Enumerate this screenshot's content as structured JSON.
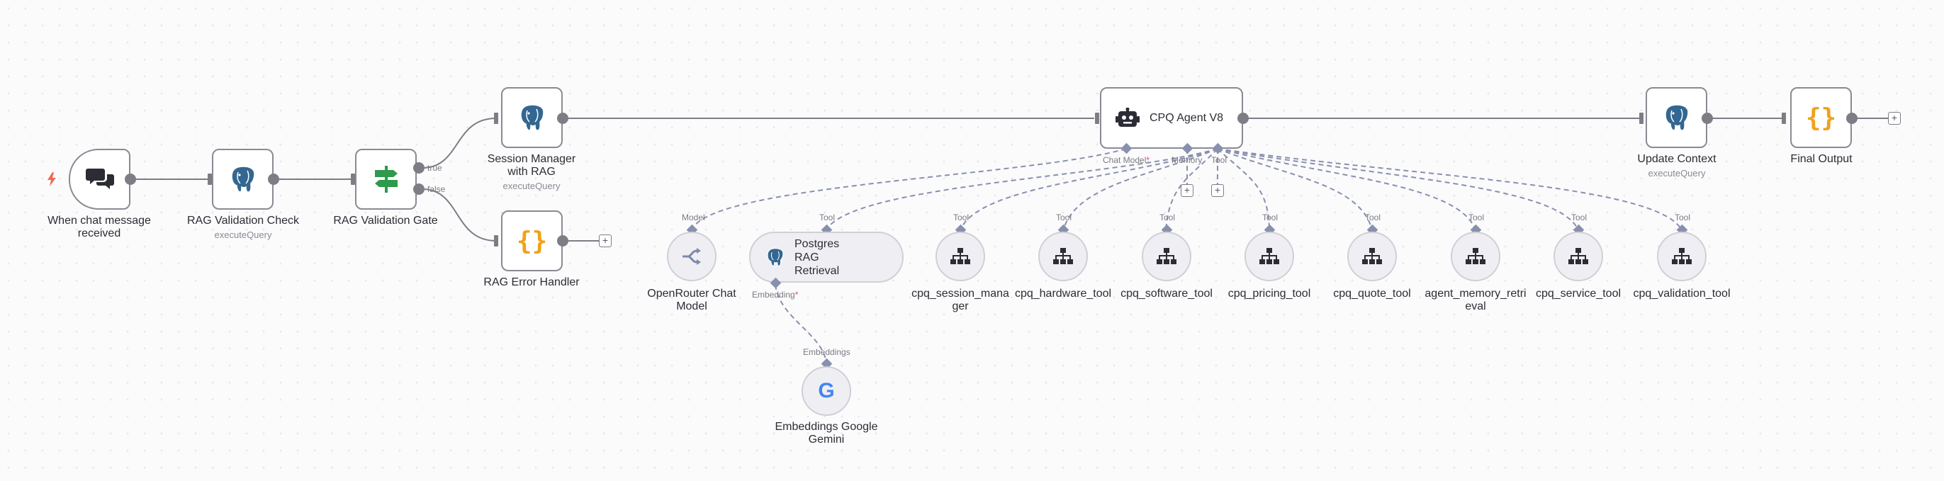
{
  "colors": {
    "canvas": "#fbfbfc",
    "node_border": "#8a8a93",
    "connector": "#7d7d86",
    "diamond": "#8890ad",
    "postgres": "#336791",
    "code": "#f0a21a",
    "gate": "#2e9a4b",
    "trigger_bolt": "#ef6a4f"
  },
  "nodes": {
    "trigger": {
      "title": "When chat message received",
      "icon": "chat-bubbles-icon"
    },
    "rag_check": {
      "title": "RAG Validation Check",
      "subtitle": "executeQuery",
      "icon": "postgres-icon"
    },
    "gate": {
      "title": "RAG Validation Gate",
      "icon": "signpost-icon",
      "out_true": "true",
      "out_false": "false"
    },
    "session": {
      "title": "Session Manager with RAG",
      "subtitle": "executeQuery",
      "icon": "postgres-icon"
    },
    "error": {
      "title": "RAG Error Handler",
      "icon": "code-braces-icon",
      "glyph": "{}"
    },
    "agent": {
      "title": "CPQ Agent V8",
      "icon": "robot-icon",
      "port_chat": "Chat Model",
      "port_memory": "Memory",
      "port_tool": "Tool"
    },
    "update": {
      "title": "Update Context",
      "subtitle": "executeQuery",
      "icon": "postgres-icon"
    },
    "final": {
      "title": "Final Output",
      "icon": "code-braces-icon",
      "glyph": "{}"
    },
    "openrouter": {
      "title": "OpenRouter Chat Model",
      "port": "Model"
    },
    "pg_rag": {
      "title": "Postgres RAG Retrieval",
      "port": "Tool",
      "emb_port": "Embedding"
    },
    "gemini": {
      "title": "Embeddings Google Gemini",
      "port": "Embeddings",
      "glyph": "G"
    }
  },
  "tools": [
    {
      "name": "cpq_session_manager",
      "port": "Tool"
    },
    {
      "name": "cpq_hardware_tool",
      "port": "Tool"
    },
    {
      "name": "cpq_software_tool",
      "port": "Tool"
    },
    {
      "name": "cpq_pricing_tool",
      "port": "Tool"
    },
    {
      "name": "cpq_quote_tool",
      "port": "Tool"
    },
    {
      "name": "agent_memory_retrieval",
      "port": "Tool"
    },
    {
      "name": "cpq_service_tool",
      "port": "Tool"
    },
    {
      "name": "cpq_validation_tool",
      "port": "Tool"
    }
  ],
  "plus_symbol": "+"
}
